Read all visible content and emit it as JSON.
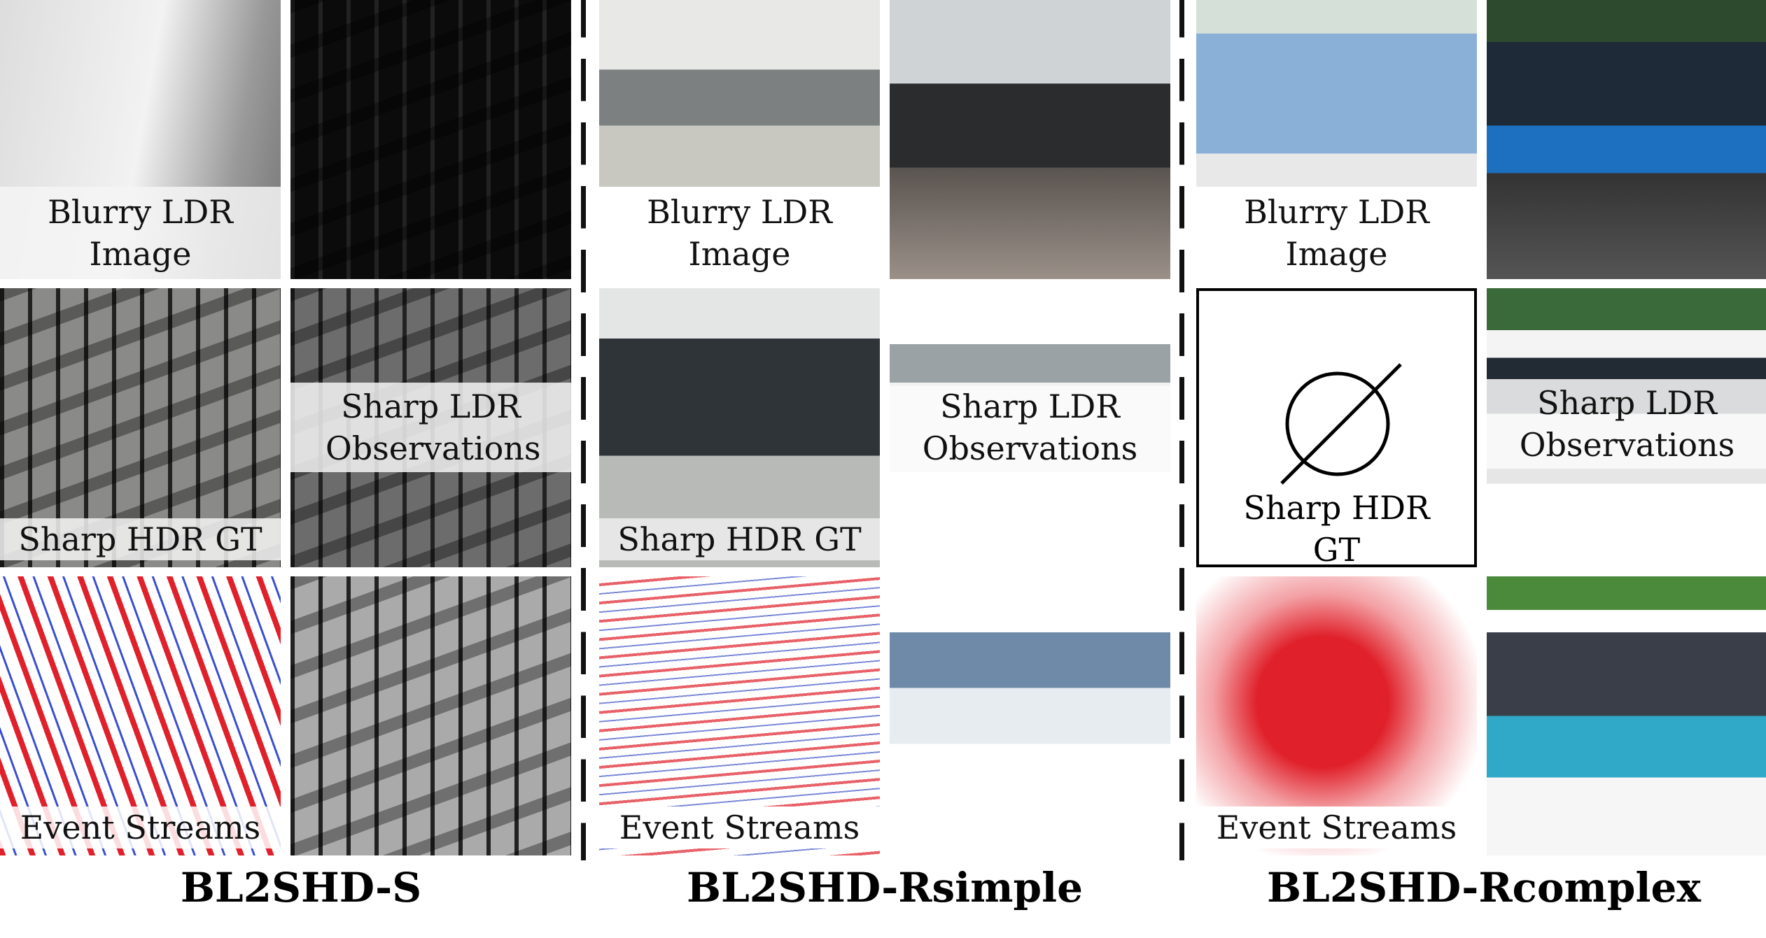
{
  "groups": [
    {
      "caption": "BL2SHD-S",
      "blurry": "Blurry LDR Image",
      "sharp_gt": "Sharp HDR GT",
      "sharp_ldr": "Sharp LDR Observations",
      "events": "Event Streams"
    },
    {
      "caption": "BL2SHD-Rsimple",
      "blurry": "Blurry LDR Image",
      "sharp_gt": "Sharp HDR GT",
      "sharp_ldr": "Sharp LDR Observations",
      "events": "Event Streams"
    },
    {
      "caption": "BL2SHD-Rcomplex",
      "blurry": "Blurry LDR Image",
      "sharp_gt": "Sharp HDR GT Unavailable",
      "sharp_ldr": "Sharp LDR Observations",
      "events": "Event Streams"
    }
  ],
  "colors": {
    "event_positive": "#e0202a",
    "event_negative": "#3a4fd0"
  }
}
